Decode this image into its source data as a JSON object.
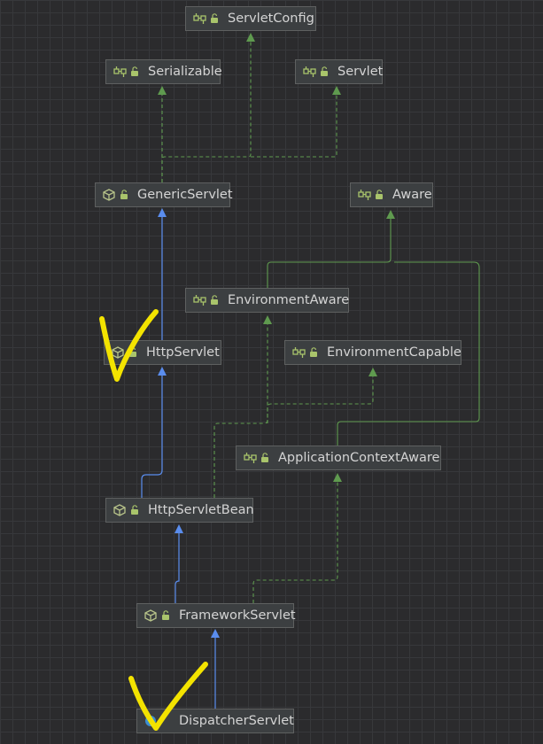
{
  "diagram": {
    "colors": {
      "extends_arrow": "#5a8dee",
      "implements_arrow": "#5f9a4f",
      "highlight_mark": "#f3e300",
      "interface_icon": "#a9c46b",
      "class_icon": "#b8c48a"
    },
    "nodes": {
      "servlet_config": {
        "label": "ServletConfig",
        "kind": "interface"
      },
      "serializable": {
        "label": "Serializable",
        "kind": "interface"
      },
      "servlet": {
        "label": "Servlet",
        "kind": "interface"
      },
      "generic_servlet": {
        "label": "GenericServlet",
        "kind": "abstract-class"
      },
      "aware": {
        "label": "Aware",
        "kind": "interface"
      },
      "environment_aware": {
        "label": "EnvironmentAware",
        "kind": "interface"
      },
      "http_servlet": {
        "label": "HttpServlet",
        "kind": "abstract-class"
      },
      "environment_capable": {
        "label": "EnvironmentCapable",
        "kind": "interface"
      },
      "application_context_aware": {
        "label": "ApplicationContextAware",
        "kind": "interface"
      },
      "http_servlet_bean": {
        "label": "HttpServletBean",
        "kind": "abstract-class"
      },
      "framework_servlet": {
        "label": "FrameworkServlet",
        "kind": "abstract-class"
      },
      "dispatcher_servlet": {
        "label": "DispatcherServlet",
        "kind": "class"
      }
    },
    "relations": [
      {
        "from": "GenericServlet",
        "to": "Serializable",
        "type": "implements"
      },
      {
        "from": "GenericServlet",
        "to": "Servlet",
        "type": "implements"
      },
      {
        "from": "GenericServlet",
        "to": "ServletConfig",
        "type": "implements"
      },
      {
        "from": "HttpServlet",
        "to": "GenericServlet",
        "type": "extends"
      },
      {
        "from": "EnvironmentAware",
        "to": "Aware",
        "type": "extends"
      },
      {
        "from": "ApplicationContextAware",
        "to": "Aware",
        "type": "extends"
      },
      {
        "from": "HttpServletBean",
        "to": "HttpServlet",
        "type": "extends"
      },
      {
        "from": "HttpServletBean",
        "to": "EnvironmentAware",
        "type": "implements"
      },
      {
        "from": "HttpServletBean",
        "to": "EnvironmentCapable",
        "type": "implements"
      },
      {
        "from": "FrameworkServlet",
        "to": "HttpServletBean",
        "type": "extends"
      },
      {
        "from": "FrameworkServlet",
        "to": "ApplicationContextAware",
        "type": "implements"
      },
      {
        "from": "DispatcherServlet",
        "to": "FrameworkServlet",
        "type": "extends"
      }
    ],
    "highlighted": [
      "HttpServlet",
      "DispatcherServlet"
    ]
  }
}
